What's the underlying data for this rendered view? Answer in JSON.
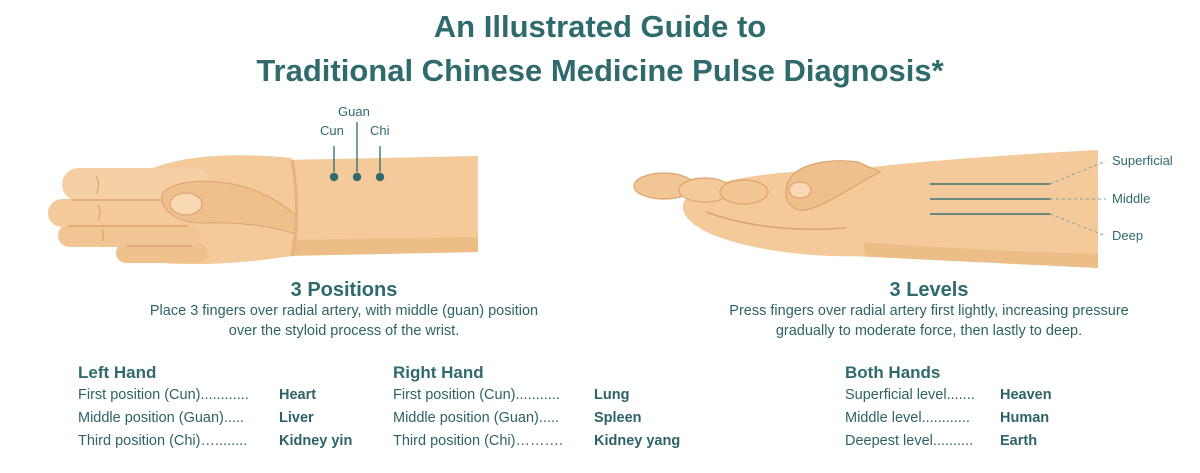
{
  "title": {
    "line1": "An Illustrated Guide to",
    "line2": "Traditional Chinese Medicine Pulse Diagnosis*"
  },
  "positions_figure": {
    "labels": {
      "guan": "Guan",
      "cun": "Cun",
      "chi": "Chi"
    }
  },
  "levels_figure": {
    "labels": {
      "superficial": "Superficial",
      "middle": "Middle",
      "deep": "Deep"
    }
  },
  "positions": {
    "heading": "3 Positions",
    "description": [
      "Place 3 fingers over radial artery, with middle (guan) position",
      "over the styloid process of the wrist."
    ]
  },
  "levels": {
    "heading": "3 Levels",
    "description": [
      "Press fingers over radial artery first lightly, increasing pressure",
      "gradually to moderate force, then lastly to deep."
    ]
  },
  "left_hand": {
    "heading": "Left Hand",
    "items": [
      {
        "label": "First position (Cun)",
        "leader": "............",
        "value": "Heart"
      },
      {
        "label": "Middle position (Guan)",
        "leader": ".....",
        "value": "Liver"
      },
      {
        "label": "Third position (Chi)",
        "leader": "…........",
        "value": "Kidney yin"
      }
    ]
  },
  "right_hand": {
    "heading": "Right Hand",
    "items": [
      {
        "label": "First position (Cun)",
        "leader": "...........",
        "value": "Lung"
      },
      {
        "label": "Middle position (Guan)",
        "leader": ".....",
        "value": "Spleen"
      },
      {
        "label": "Third position (Chi)",
        "leader": "……….",
        "value": "Kidney yang"
      }
    ]
  },
  "both_hands": {
    "heading": "Both Hands",
    "items": [
      {
        "label": "Superficial level",
        "leader": ".......",
        "value": "Heaven"
      },
      {
        "label": "Middle level",
        "leader": "............",
        "value": "Human"
      },
      {
        "label": "Deepest level",
        "leader": "..........",
        "value": "Earth"
      }
    ]
  },
  "colors": {
    "heading": "#2f6a6d",
    "text": "#2d6366",
    "skin": "#f4ca9b",
    "skin_shadow": "#dca36f"
  }
}
